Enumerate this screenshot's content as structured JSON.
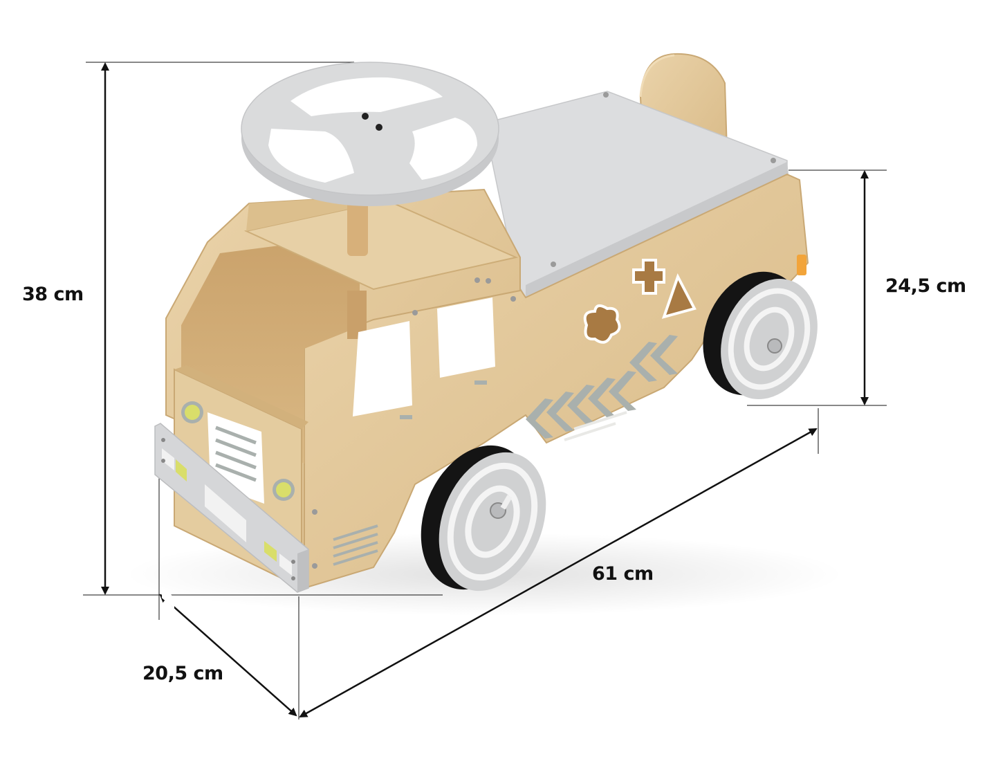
{
  "product": {
    "name": "wooden ride-on toy car",
    "colors": {
      "wood": "#e2c79a",
      "wood_dark": "#caa774",
      "grey_panel": "#d9dadb",
      "seat_grey": "#d4d5d6",
      "tire": "#141414",
      "hub": "#d0d1d2",
      "hub_ring": "#f4f4f4",
      "accent_lime": "#d9de6a",
      "chevron": "#a9b0ad",
      "window": "#ffffff"
    }
  },
  "dimensions": {
    "height_total": {
      "label": "38 cm",
      "value": 38,
      "unit": "cm"
    },
    "height_body": {
      "label": "24,5 cm",
      "value": 24.5,
      "unit": "cm"
    },
    "length": {
      "label": "61 cm",
      "value": 61,
      "unit": "cm"
    },
    "width": {
      "label": "20,5 cm",
      "value": 20.5,
      "unit": "cm"
    }
  }
}
